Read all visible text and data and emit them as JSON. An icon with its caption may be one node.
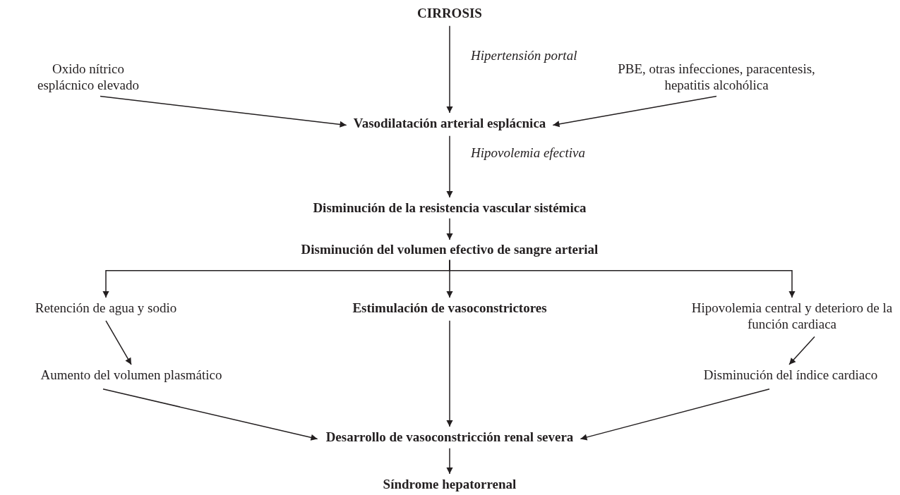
{
  "diagram": {
    "nodes": [
      {
        "text": [
          "CIRROSIS"
        ]
      },
      {
        "text": [
          "Oxido nítrico esplácnico elevado"
        ]
      },
      {
        "text": [
          "PBE, otras infecciones, paracentesis, hepatitis alcohólica"
        ]
      },
      {
        "text": [
          "Vasodilatación arterial esplácnica"
        ]
      },
      {
        "text": [
          "Disminución de la resistencia vascular sistémica"
        ]
      },
      {
        "text": [
          "Disminución del volumen efectivo de sangre arterial"
        ]
      },
      {
        "text": [
          "Retención de agua y sodio"
        ]
      },
      {
        "text": [
          "Estimulación de vasoconstrictores"
        ]
      },
      {
        "text": [
          "Hipovolemia central y deterioro de la función cardiaca"
        ]
      },
      {
        "text": [
          "Aumento del volumen plasmático"
        ]
      },
      {
        "text": [
          "Disminución del índice cardiaco"
        ]
      },
      {
        "text": [
          "Desarrollo de vasoconstricción renal severa"
        ]
      },
      {
        "text": [
          "Síndrome hepatorrenal"
        ]
      }
    ],
    "edges": [
      {
        "from": 0,
        "to": 3,
        "arrow": "to",
        "label": "Hipertensión portal"
      },
      {
        "from": 1,
        "to": 3,
        "arrow": "to"
      },
      {
        "from": 2,
        "to": 3,
        "arrow": "to"
      },
      {
        "from": 3,
        "to": 4,
        "arrow": "to",
        "label": "Hipovolemia efectiva"
      },
      {
        "from": 4,
        "to": 5,
        "arrow": "to"
      },
      {
        "from": 5,
        "to": 6,
        "arrow": "to"
      },
      {
        "from": 5,
        "to": 7,
        "arrow": "to"
      },
      {
        "from": 5,
        "to": 8,
        "arrow": "to"
      },
      {
        "from": 6,
        "to": 9,
        "arrow": "to"
      },
      {
        "from": 8,
        "to": 10,
        "arrow": "to"
      },
      {
        "from": 9,
        "to": 11,
        "arrow": "to"
      },
      {
        "from": 7,
        "to": 11,
        "arrow": "to"
      },
      {
        "from": 10,
        "to": 11,
        "arrow": "to"
      },
      {
        "from": 11,
        "to": 12,
        "arrow": "to"
      }
    ]
  }
}
